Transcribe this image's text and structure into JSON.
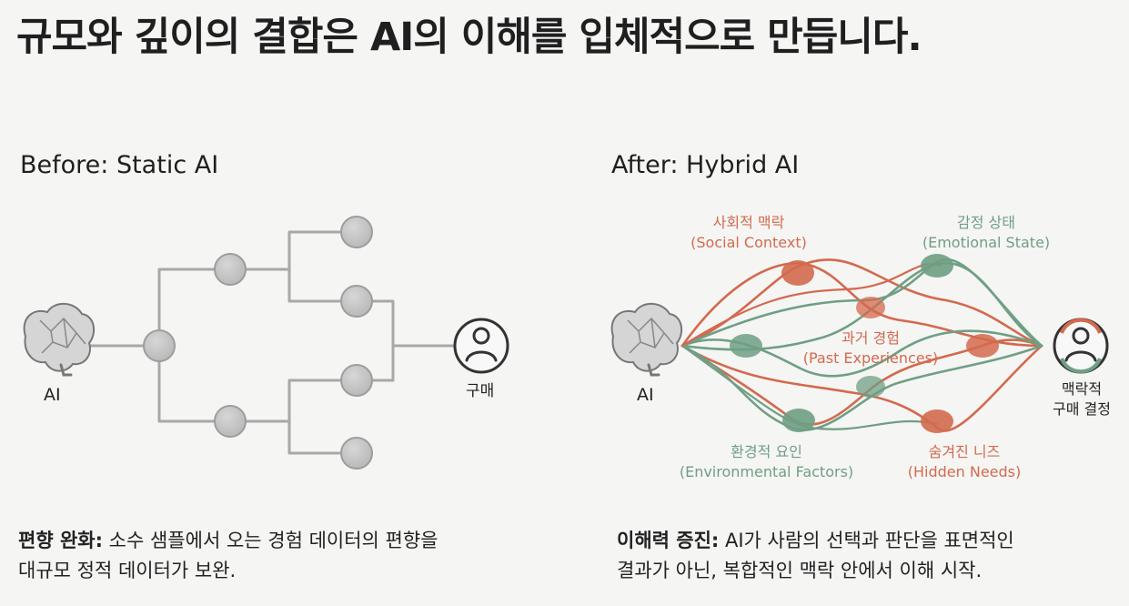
{
  "title": "규모와 깊이의 결합은 AI의 이해를 입체적으로 만듭니다.",
  "left": {
    "heading": "Before: Static AI",
    "ai_label": "AI",
    "purchase_label": "구매",
    "description_bold": "편향 완화:",
    "description_line1": " 소수 샘플에서 오는 경험 데이터의 편향을",
    "description_line2": "대규모 정적 데이터가 보완."
  },
  "right": {
    "heading": "After: Hybrid AI",
    "ai_label": "AI",
    "decision_line1": "맥락적",
    "decision_line2": "구매 결정",
    "social_ko": "사회적 맥락",
    "social_en": "(Social Context)",
    "emotional_ko": "감정 상태",
    "emotional_en": "(Emotional State)",
    "past_ko": "과거 경험",
    "past_en": "(Past Experiences)",
    "environment_ko": "환경적 요인",
    "environment_en": "(Environmental Factors)",
    "hidden_ko": "숨겨진 니즈",
    "hidden_en": "(Hidden Needs)",
    "description_bold": "이해력 증진:",
    "description_line1": " AI가 사람의 선택과 판단을 표면적인",
    "description_line2": "결과가 아닌, 복합적인 맥락 안에서 이해 시작."
  },
  "colors": {
    "orange": "#d36a4e",
    "green": "#6f9f84",
    "gray": "#b5b5b5"
  },
  "icons": {
    "brain": "brain-icon",
    "person": "person-icon"
  }
}
